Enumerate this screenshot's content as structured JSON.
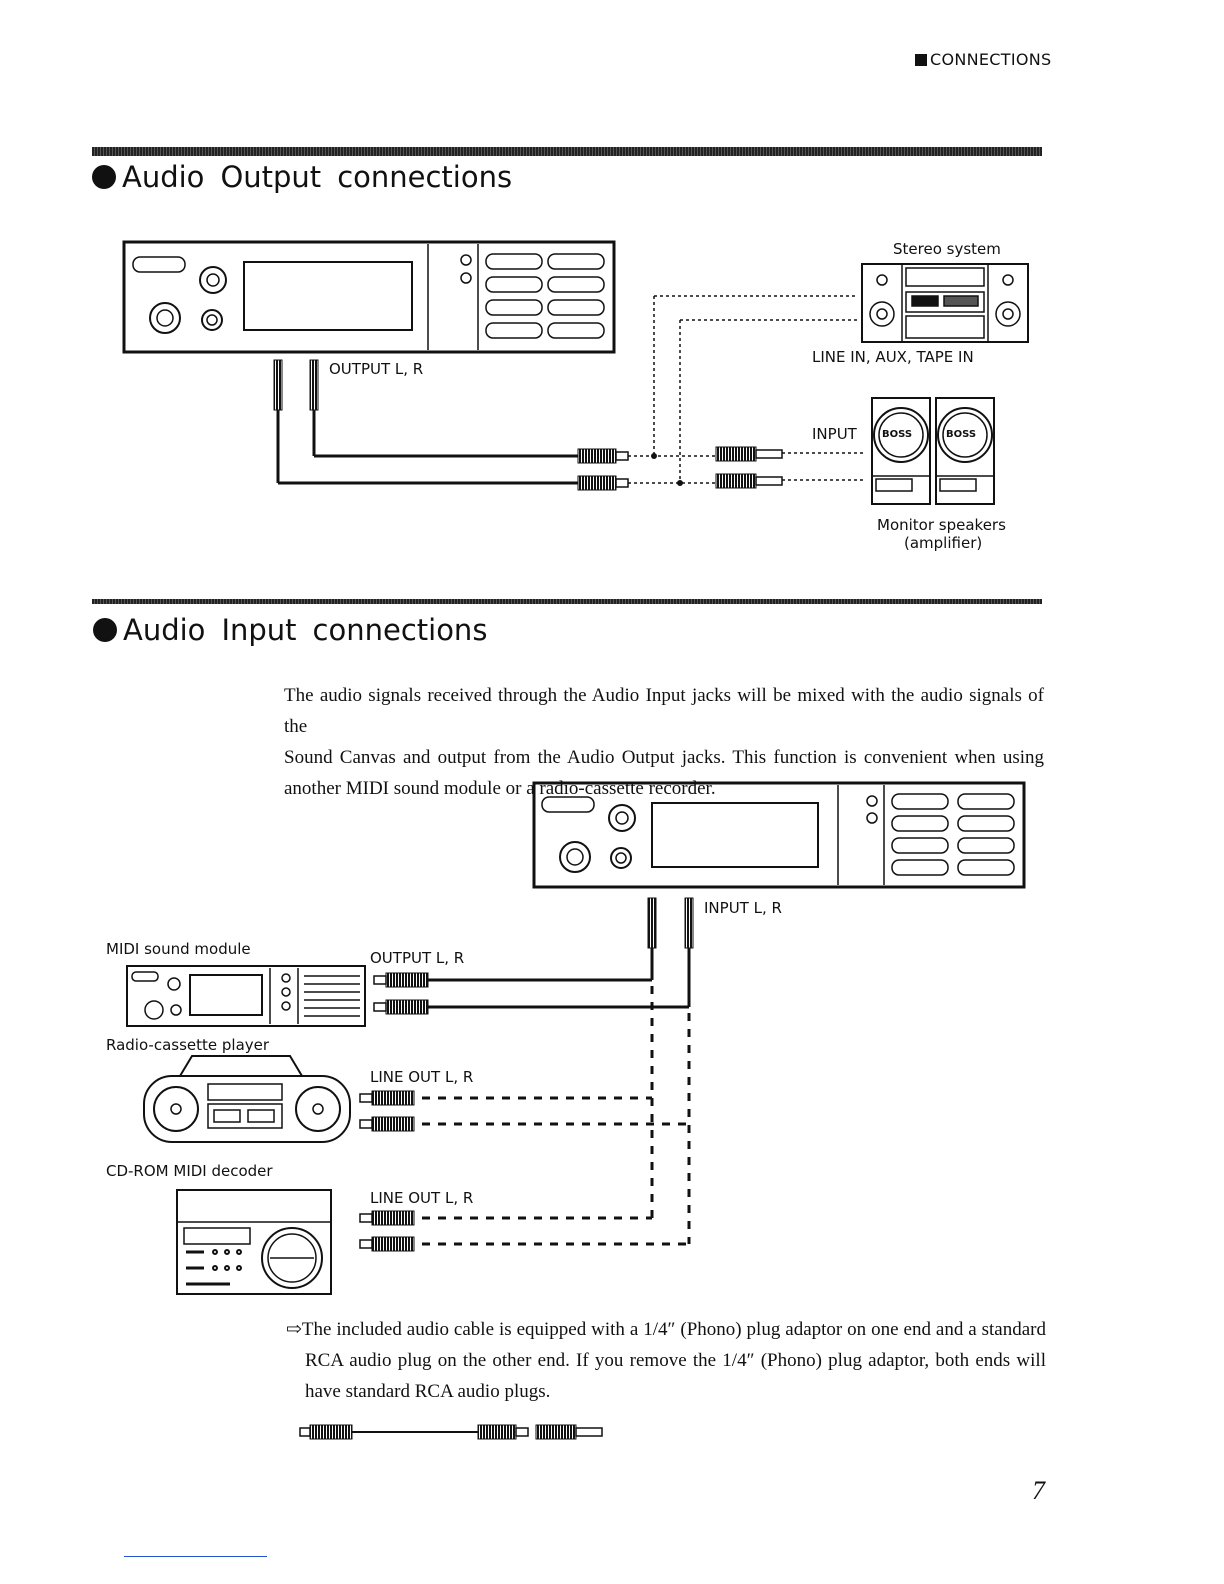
{
  "header": {
    "label": "CONNECTIONS"
  },
  "output_section": {
    "title_words": [
      "Audio",
      "Output",
      "connections"
    ],
    "labels": {
      "output_lr": "OUTPUT L, R",
      "stereo_system": "Stereo system",
      "line_in": "LINE IN, AUX, TAPE IN",
      "input": "INPUT",
      "monitor_line1": "Monitor speakers",
      "monitor_line2": "(amplifier)",
      "boss_left": "BOSS",
      "boss_right": "BOSS"
    }
  },
  "input_section": {
    "title_words": [
      "Audio",
      "Input",
      "connections"
    ],
    "paragraph_lines": [
      "The audio signals received through the Audio Input jacks will be mixed with the audio signals of the",
      "Sound Canvas and output from the Audio Output jacks. This function is convenient when using",
      "another MIDI sound module or a radio-cassette recorder."
    ],
    "labels": {
      "input_lr": "INPUT L, R",
      "midi_module": "MIDI sound module",
      "output_lr": "OUTPUT L, R",
      "radio_cassette": "Radio-cassette player",
      "line_out_1": "LINE OUT L, R",
      "cdrom": "CD-ROM MIDI decoder",
      "line_out_2": "LINE OUT L, R"
    }
  },
  "note": {
    "arrow": "⇨",
    "lines": [
      "The included audio cable is equipped with a 1/4″ (Phono) plug adaptor on one end and a standard",
      "RCA audio plug on the other end. If you remove the 1/4″ (Phono) plug adaptor, both ends will",
      "have standard RCA audio plugs."
    ]
  },
  "page_number": "7"
}
